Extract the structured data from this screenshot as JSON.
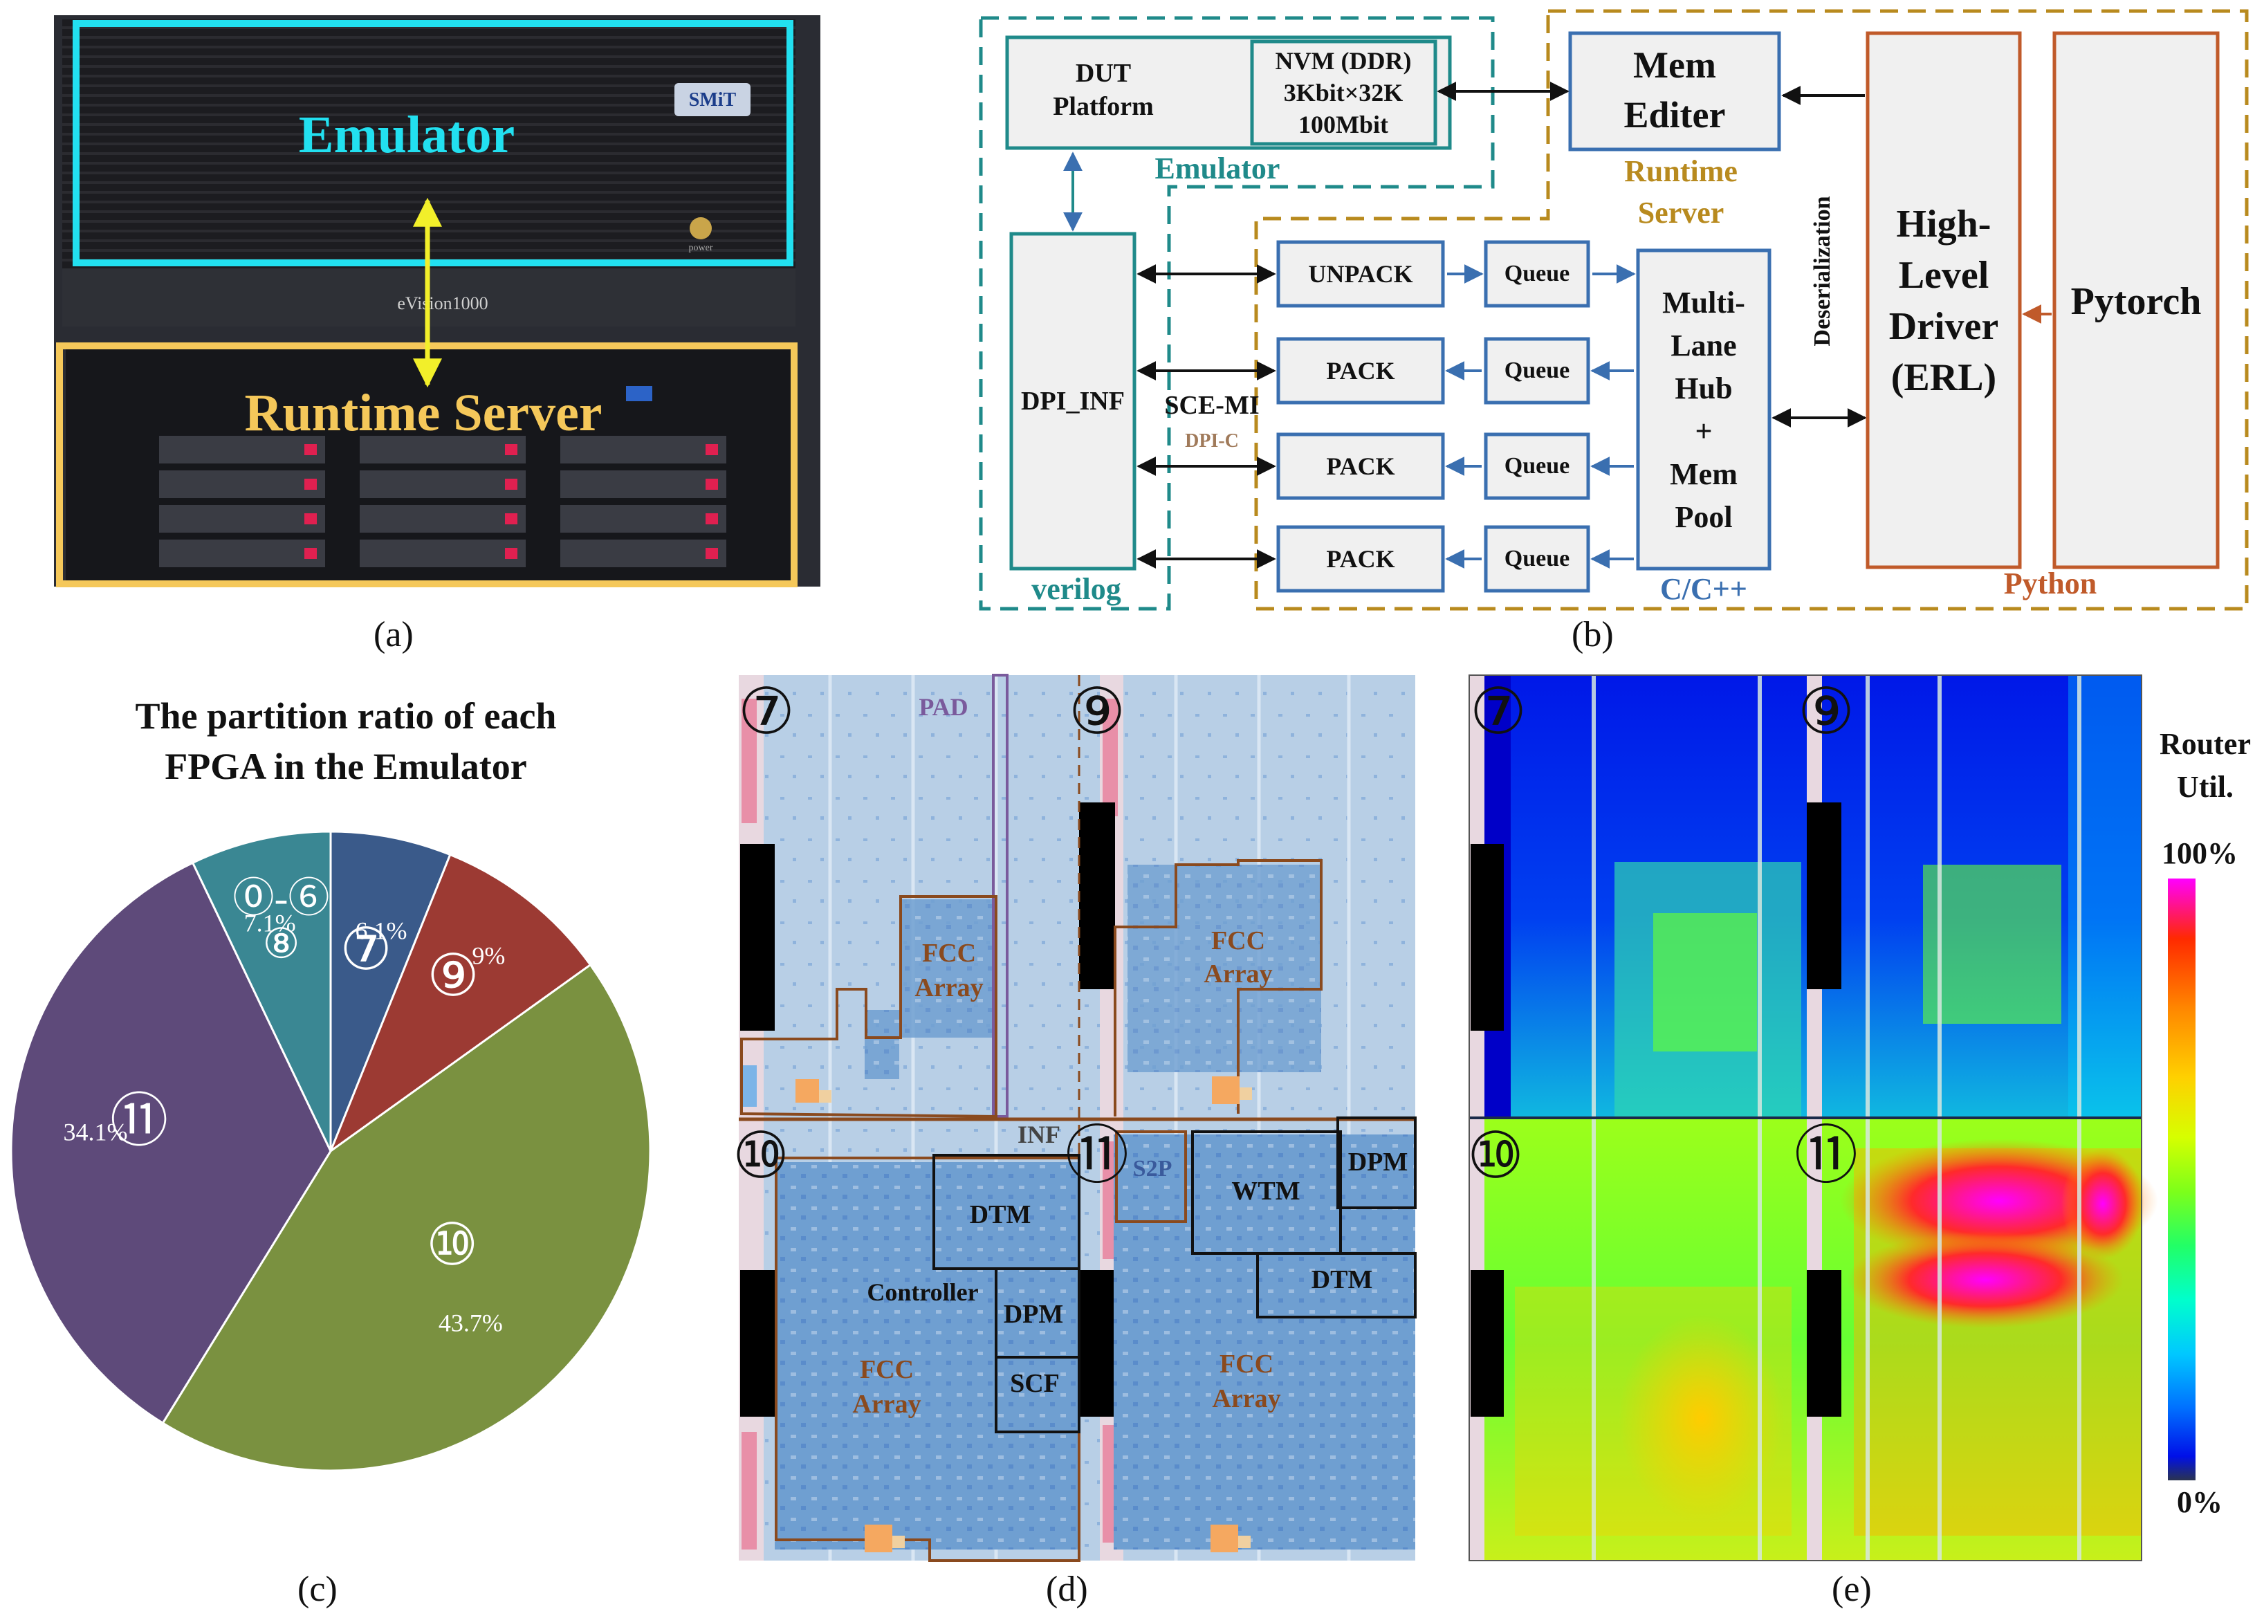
{
  "panel_a": {
    "caption": "(a)",
    "emulator_label": "Emulator",
    "server_label": "Runtime Server",
    "brand_badge": "SMiT",
    "model_text": "eVision1000",
    "power_text": "power",
    "colors": {
      "emulator_box": "#22e0f0",
      "server_box": "#f5c85a",
      "arrow": "#f2ef2a"
    }
  },
  "panel_b": {
    "caption": "(b)",
    "dut_line1": "DUT",
    "dut_line2": "Platform",
    "nvm_line1": "NVM (DDR)",
    "nvm_line2": "3Kbit×32K",
    "nvm_line3": "100Mbit",
    "emulator_label": "Emulator",
    "mem_editer_line1": "Mem",
    "mem_editer_line2": "Editer",
    "runtime_line1": "Runtime",
    "runtime_line2": "Server",
    "dpi_inf": "DPI_INF",
    "verilog_label": "verilog",
    "scemi_label": "SCE-MI",
    "dpic_label": "DPI-C",
    "unpack": "UNPACK",
    "pack1": "PACK",
    "pack2": "PACK",
    "pack3": "PACK",
    "queue1": "Queue",
    "queue2": "Queue",
    "queue3": "Queue",
    "queue4": "Queue",
    "hub_lines": [
      "Multi-",
      "Lane",
      "Hub",
      "+",
      "Mem",
      "Pool"
    ],
    "cpp_label": "C/C++",
    "deserialization": "Deserialization",
    "driver_lines": [
      "High-",
      "Level",
      "Driver",
      "(ERL)"
    ],
    "pytorch": "Pytorch",
    "python_label": "Python",
    "colors": {
      "teal": "#1f8a8a",
      "gold": "#b88a1e",
      "blue": "#3a6fb0",
      "orange": "#c05a2a",
      "box_fill": "#f0f0f0"
    }
  },
  "panel_c": {
    "caption": "(c)",
    "chart_data": {
      "type": "pie",
      "title": "The partition ratio of each FPGA in the Emulator",
      "title_line1": "The partition ratio of each",
      "title_line2": "FPGA in the Emulator",
      "labels": [
        "7",
        "9",
        "10",
        "11",
        "0-6 8"
      ],
      "label_glyphs": [
        "⑦",
        "⑨",
        "⑩",
        "⑪",
        "⓪-⑥ ⑧"
      ],
      "values": [
        6.1,
        9.0,
        43.7,
        34.1,
        7.1
      ],
      "percent_labels": [
        "6.1%",
        "9%",
        "43.7%",
        "34.1%",
        "7.1%"
      ],
      "colors": [
        "#3a5a8a",
        "#9c3a33",
        "#7a9140",
        "#5e4a7a",
        "#3a8793"
      ]
    }
  },
  "panel_d": {
    "caption": "(d)",
    "quadrant_numbers": [
      "⑦",
      "⑨",
      "⑩",
      "⑪"
    ],
    "pad": "PAD",
    "fcc_line1": "FCC",
    "fcc_line2": "Array",
    "inf": "INF",
    "dtm": "DTM",
    "controller": "Controller",
    "dpm": "DPM",
    "scf": "SCF",
    "s2p": "S2P",
    "wtm": "WTM",
    "colors": {
      "fabric": "#b8cfe6",
      "logic": "#6f9fd1",
      "outline_brown": "#8a4a1e",
      "outline_black": "#111111",
      "pad": "#7a5a9c"
    }
  },
  "panel_e": {
    "caption": "(e)",
    "quadrant_numbers": [
      "⑦",
      "⑨",
      "⑩",
      "⑪"
    ],
    "legend_title_line1": "Router",
    "legend_title_line2": "Util.",
    "legend_max": "100%",
    "legend_min": "0%",
    "colormap": [
      "#ff00ff",
      "#ff2a00",
      "#ff8a00",
      "#ffd000",
      "#d6ff00",
      "#7dff1a",
      "#22ff66",
      "#00ffcc",
      "#00c8ff",
      "#0070ff",
      "#0010e8",
      "#2a3350"
    ]
  }
}
